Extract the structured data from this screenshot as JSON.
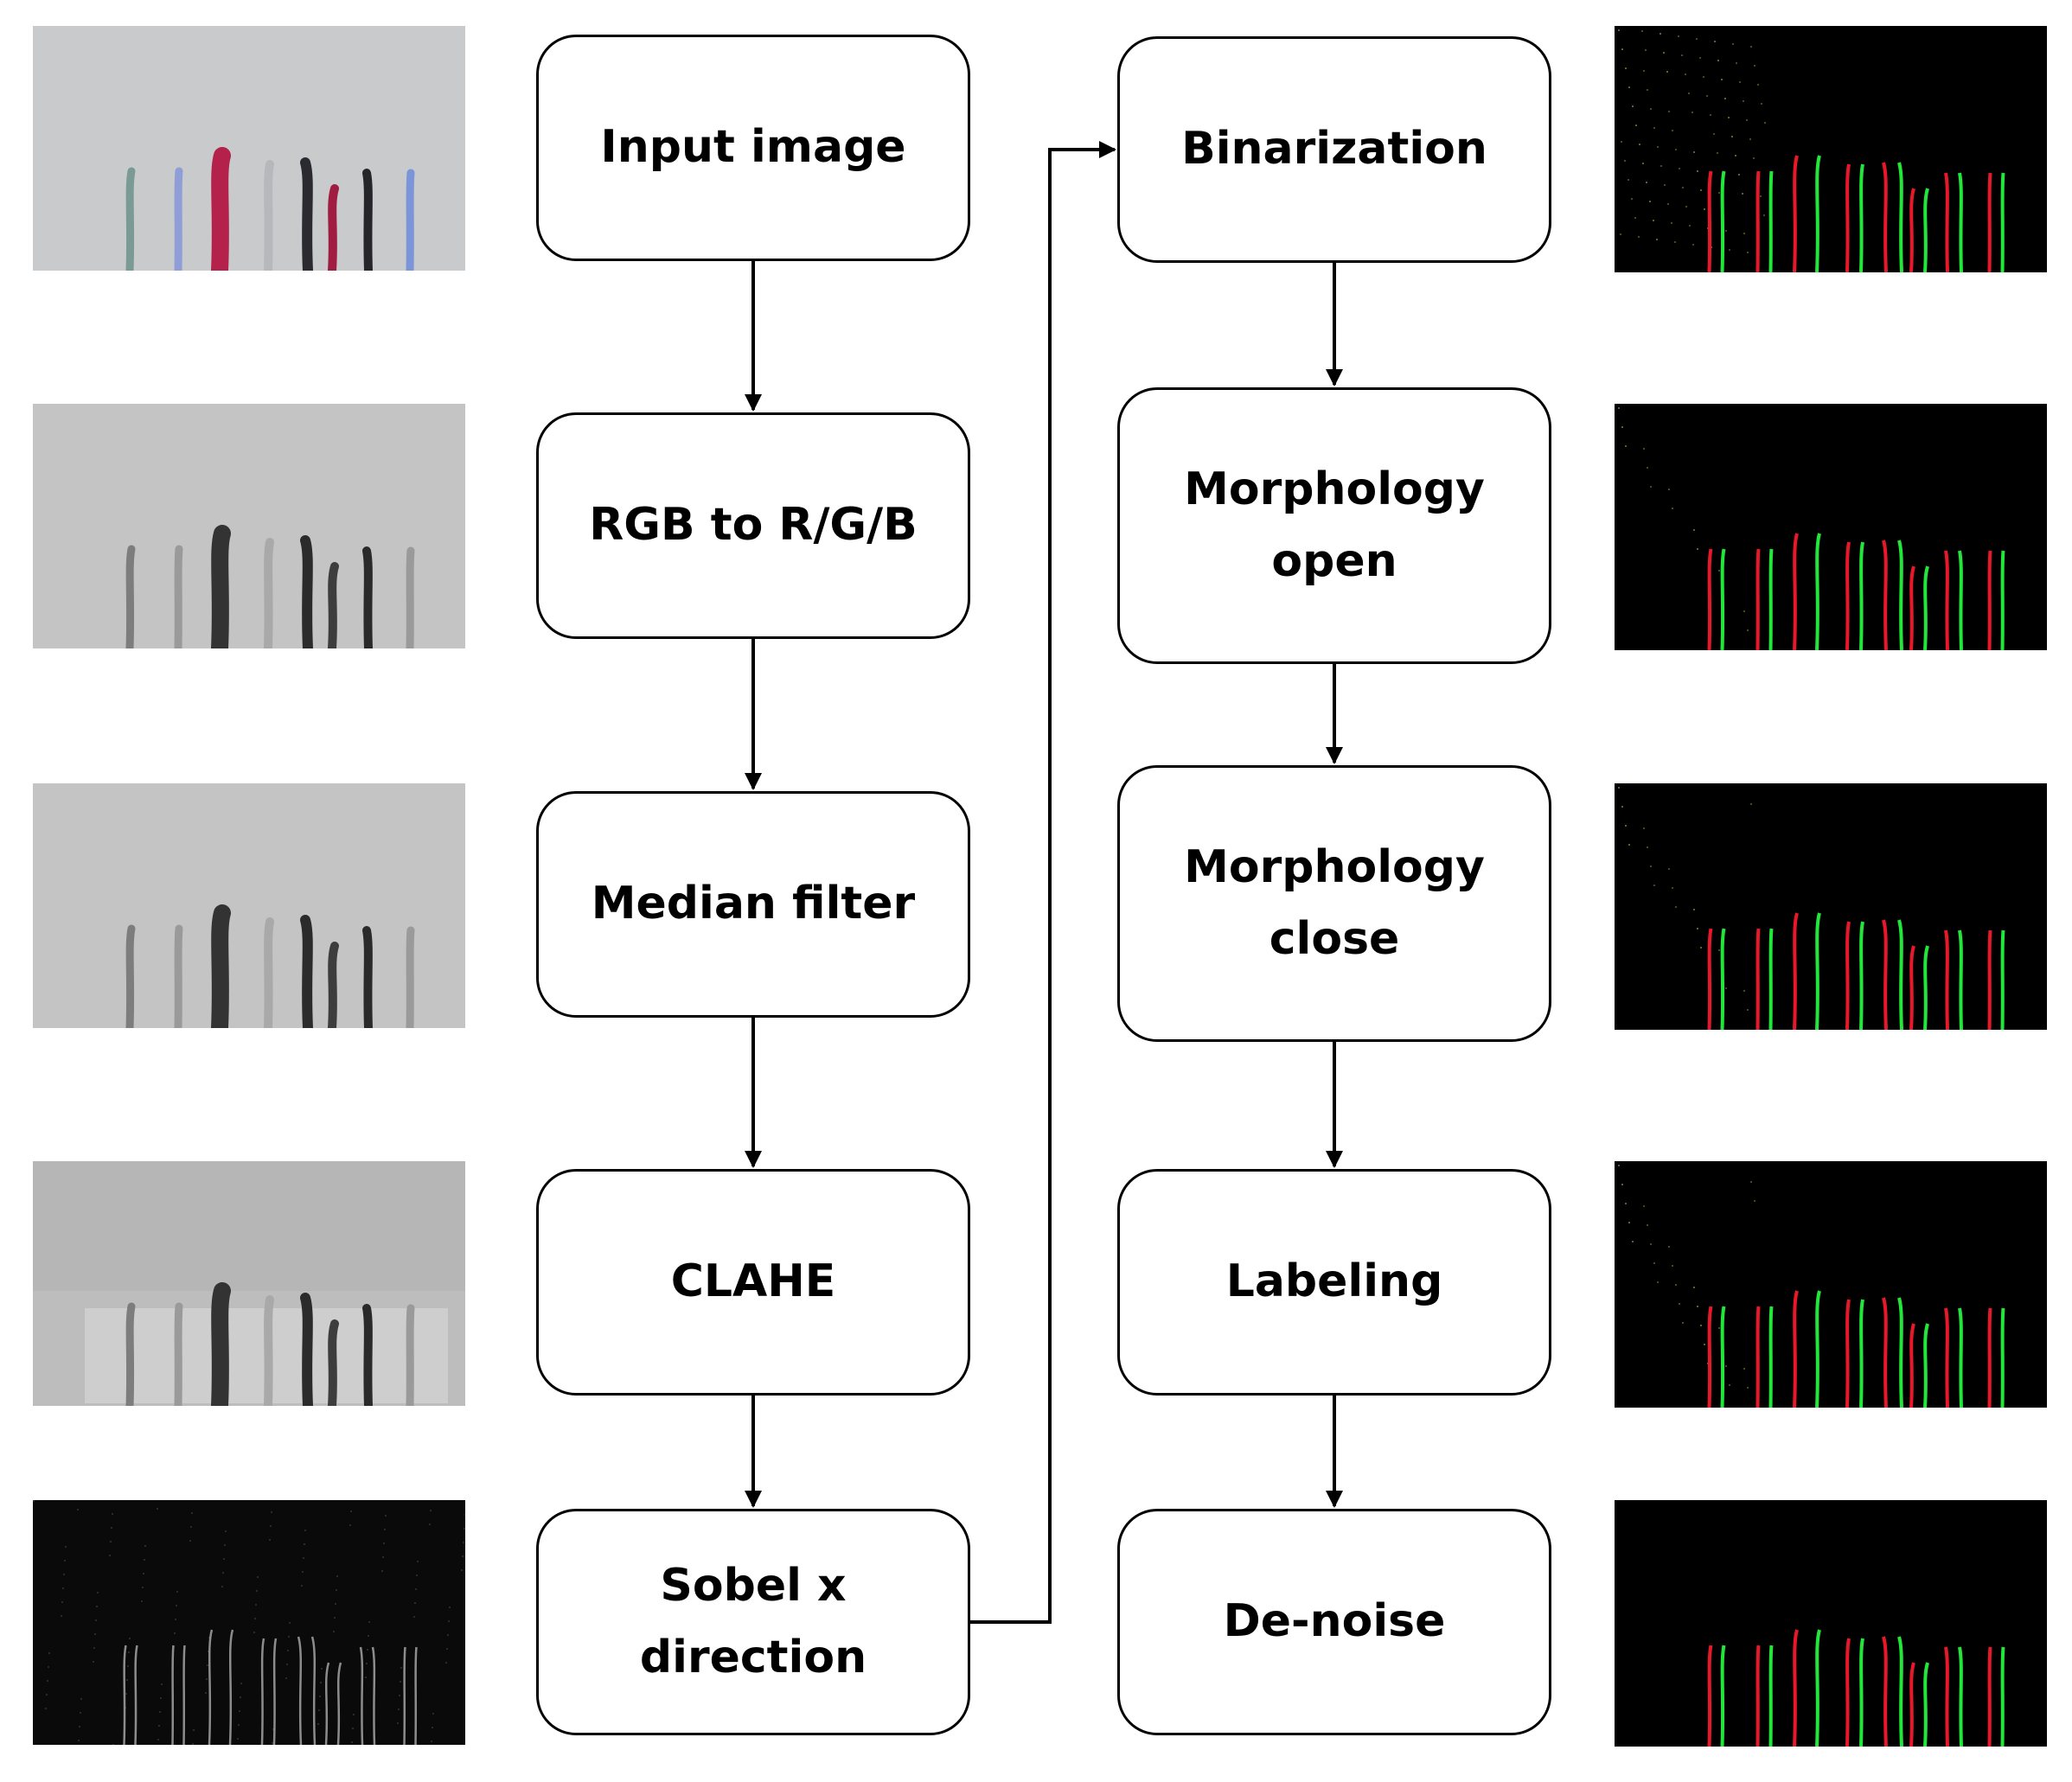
{
  "colors": {
    "box_border": "#000000",
    "arrow": "#000000",
    "photo_background": "#c9cacc",
    "binary_background": "#000000",
    "edge_red": "#e8182a",
    "edge_green": "#22e63a"
  },
  "left_column": [
    {
      "label": "Input image",
      "thumbnail": "color-photo"
    },
    {
      "label": "RGB to R/G/B",
      "thumbnail": "gray-channel"
    },
    {
      "label": "Median filter",
      "thumbnail": "gray-median"
    },
    {
      "label": "CLAHE",
      "thumbnail": "gray-clahe"
    },
    {
      "label": "Sobel x direction",
      "thumbnail": "sobel-edges"
    }
  ],
  "right_column": [
    {
      "label": "Binarization",
      "thumbnail": "binary-noisy"
    },
    {
      "label": "Morphology\nopen",
      "thumbnail": "binary-open"
    },
    {
      "label": "Morphology\nclose",
      "thumbnail": "binary-close"
    },
    {
      "label": "Labeling",
      "thumbnail": "binary-labeled"
    },
    {
      "label": "De-noise",
      "thumbnail": "binary-clean"
    }
  ]
}
